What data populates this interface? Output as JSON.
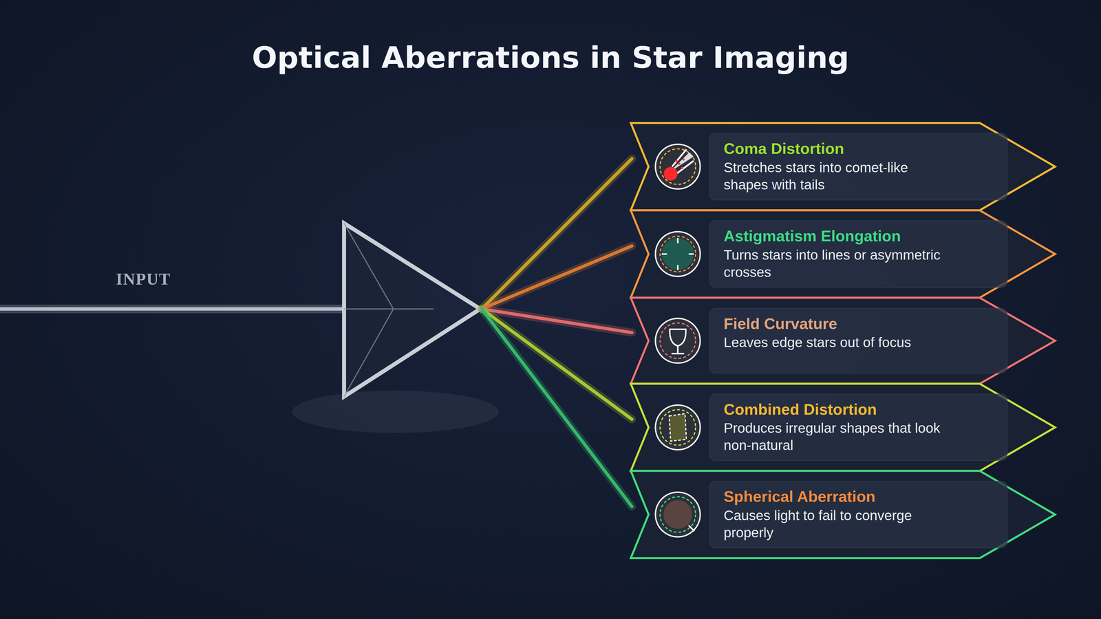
{
  "diagram": {
    "title": "Optical Aberrations in Star Imaging",
    "nodes": [
      {
        "text": [
          "Coma Distortion",
          "Stretches stars into comet-like shapes with tails"
        ]
      },
      {
        "text": [
          "Astigmatism Elongation",
          "Turns stars into lines or asymmetric crosses"
        ]
      },
      {
        "text": [
          "Field Curvature",
          "Leaves edge stars out of focus"
        ]
      },
      {
        "text": [
          "Combined Distortion",
          "Produces irregular shapes that look non-natural"
        ]
      },
      {
        "text": [
          "Spherical Aberration",
          "Causes light to fail to converge properly"
        ]
      }
    ],
    "labels": [
      "INPUT"
    ]
  }
}
